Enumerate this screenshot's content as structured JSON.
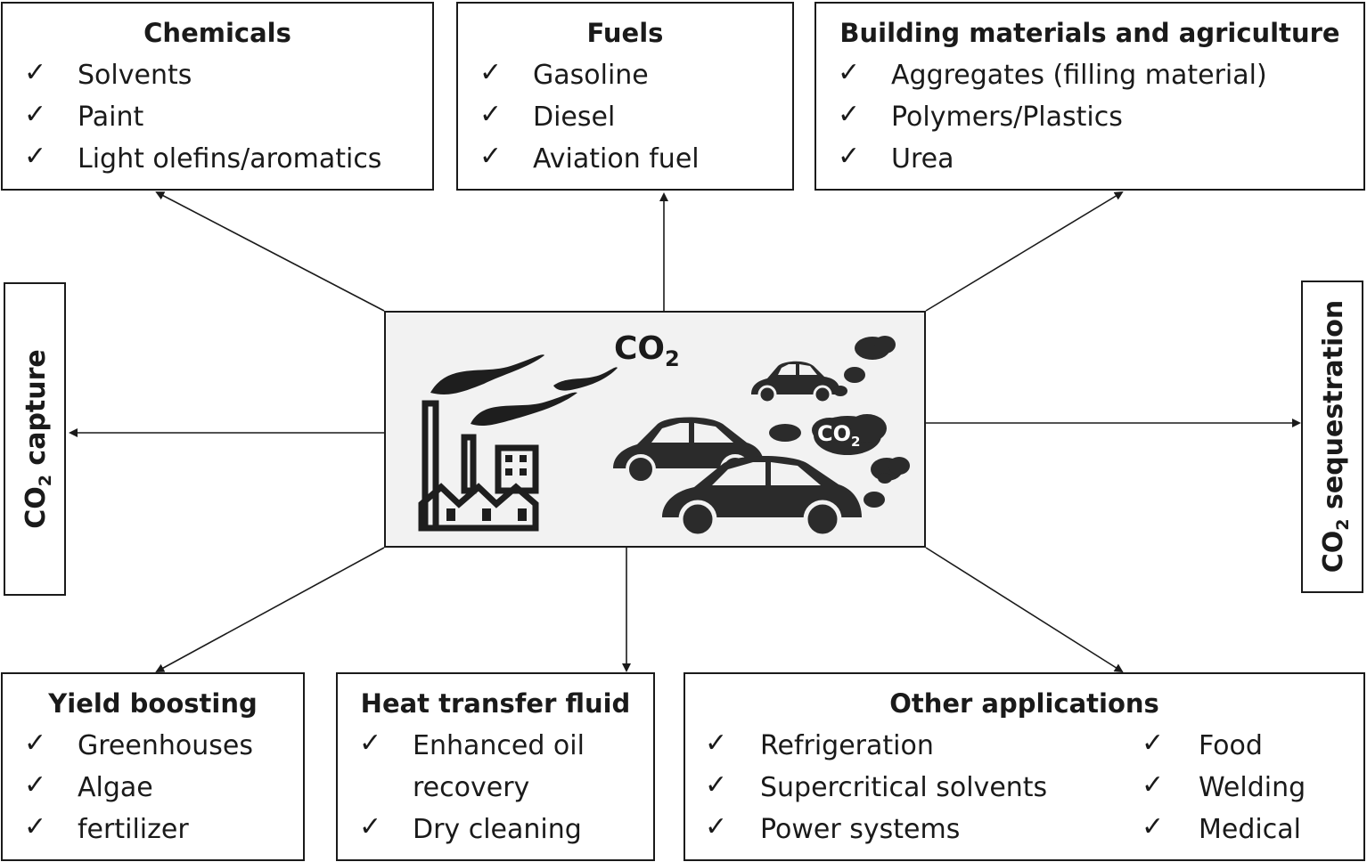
{
  "co2_label": "CO",
  "co2_subscript": "2",
  "chemicals": {
    "title": "Chemicals",
    "items": [
      "Solvents",
      "Paint",
      "Light olefins/aromatics"
    ]
  },
  "fuels": {
    "title": "Fuels",
    "items": [
      "Gasoline",
      "Diesel",
      "Aviation fuel"
    ]
  },
  "building": {
    "title": "Building materials and agriculture",
    "items": [
      "Aggregates (filling material)",
      "Polymers/Plastics",
      "Urea"
    ]
  },
  "yield": {
    "title": "Yield boosting",
    "items": [
      "Greenhouses",
      "Algae",
      "fertilizer"
    ]
  },
  "heat": {
    "title": "Heat transfer fluid",
    "items": [
      "Enhanced oil",
      "recovery",
      "Dry cleaning"
    ]
  },
  "other": {
    "title": "Other applications",
    "items_left": [
      "Refrigeration",
      "Supercritical solvents",
      "Power systems"
    ],
    "items_right": [
      "Food",
      "Welding",
      "Medical"
    ]
  },
  "capture": {
    "prefix": "CO",
    "sub": "2",
    "suffix": " capture"
  },
  "sequestration": {
    "prefix": "CO",
    "sub": "2",
    "suffix": " sequestration"
  },
  "check_glyph": "✓",
  "colors": {
    "line": "#1a1a1a",
    "center_bg": "#f2f2f2",
    "icon": "#2b2b2b"
  }
}
